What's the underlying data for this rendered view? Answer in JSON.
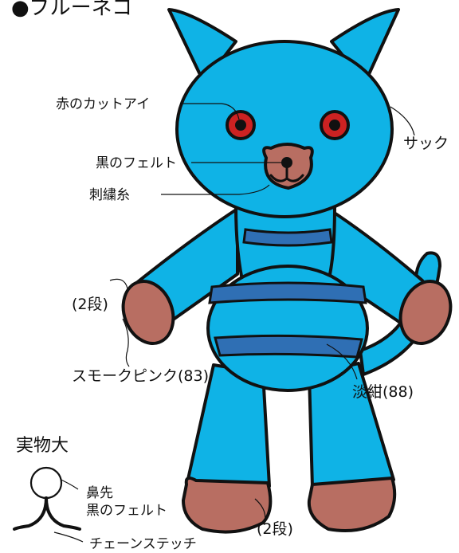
{
  "title": "●ブルーネコ",
  "labels": {
    "red_eye": "赤のカットアイ",
    "black_felt": "黒のフェルト",
    "embroidery_thread": "刺繍糸",
    "sack": "サック",
    "two_rows_top": "(2段)",
    "smoke_pink": "スモークピンク(83)",
    "light_navy": "淡紺(88)",
    "two_rows_bottom": "(2段)",
    "actual_size": "実物大",
    "nose_tip": "鼻先",
    "nose_felt": "黒のフェルト",
    "chain_stitch": "チェーンステッチ"
  },
  "colors": {
    "body_blue": "#0fb3e6",
    "stripe_navy": "#2f6fb4",
    "pink": "#b86e62",
    "eye_red": "#cc2222",
    "outline": "#111111"
  }
}
